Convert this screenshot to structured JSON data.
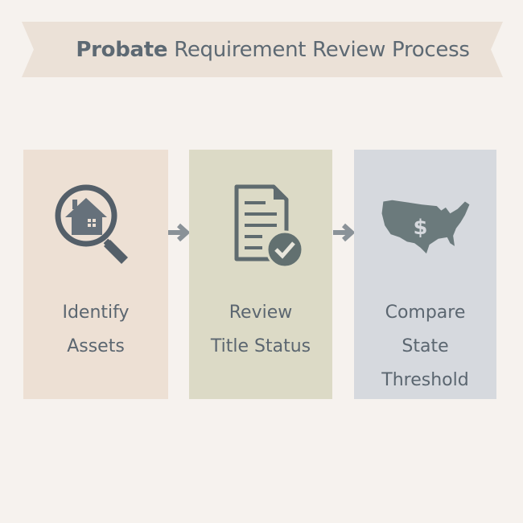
{
  "title": {
    "bold": "Probate",
    "rest": "Requirement Review Process"
  },
  "steps": [
    {
      "lines": [
        "Identify",
        "Assets"
      ],
      "icon": "magnifier-house-icon"
    },
    {
      "lines": [
        "Review",
        "Title Status"
      ],
      "icon": "document-check-icon"
    },
    {
      "lines": [
        "Compare",
        "State",
        "Threshold"
      ],
      "icon": "us-map-dollar-icon"
    }
  ],
  "colors": {
    "panel1": "#ede0d4",
    "panel2": "#dcdac6",
    "panel3": "#d6d9de",
    "icon": "#5a6670",
    "arrow": "#8a9298"
  }
}
